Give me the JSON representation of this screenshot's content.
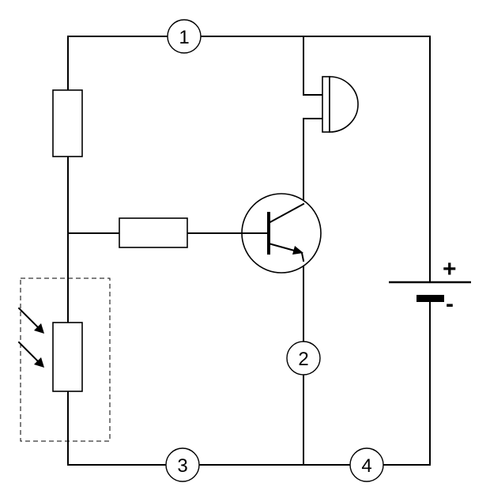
{
  "diagram": {
    "nodes": [
      {
        "id": "node-1",
        "label": "1"
      },
      {
        "id": "node-2",
        "label": "2"
      },
      {
        "id": "node-3",
        "label": "3"
      },
      {
        "id": "node-4",
        "label": "4"
      }
    ],
    "battery": {
      "plus_label": "+",
      "minus_label": "-"
    },
    "components": [
      "upper-resistor",
      "base-resistor",
      "photoresistor",
      "npn-transistor",
      "buzzer",
      "battery"
    ],
    "colors": {
      "line": "#000000",
      "background": "#ffffff"
    }
  }
}
